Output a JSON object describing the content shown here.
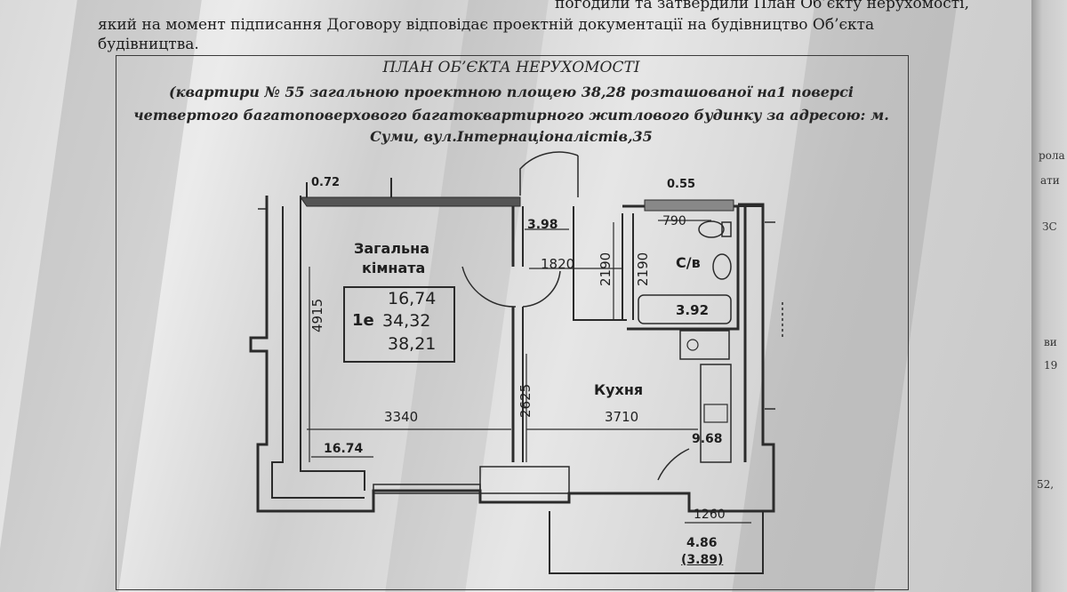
{
  "document": {
    "header_lines": [
      "який на момент підписання Договору відповідає проектній документації на будівництво Об’єкта",
      "будівництва."
    ],
    "header_partial_top": "погодили та затвердили План Об’єкту нерухомості,",
    "plan_title": "ПЛАН ОБ’ЄКТА НЕРУХОМОСТІ",
    "plan_subtitle_lines": [
      "(квартири № 55 загальною проектною площею 38,28 розташованої на1 поверсі",
      "четвертого багатоповерхового багатоквартирного житлового будинку за адресою: м.",
      "Суми, вул.Інтернаціоналістів,35"
    ]
  },
  "floor_plan": {
    "room_general": {
      "label_line1": "Загальна",
      "label_line2": "кімната"
    },
    "apartment_box": {
      "type": "1е",
      "living_area": "16,74",
      "usable_area": "34,32",
      "total_area": "38,21"
    },
    "bathroom": {
      "label": "С/в",
      "area": "3.92"
    },
    "kitchen": {
      "label": "Кухня",
      "area": "9.68"
    },
    "hall_area": "3.98",
    "room_area": "16.74",
    "balcony": {
      "area": "4.86",
      "area_reduced": "(3.89)"
    },
    "dimensions": {
      "hall_width": "1820",
      "bath_height_1": "2190",
      "bath_height_2": "2190",
      "bath_width": "790",
      "room_height": "4915",
      "room_width": "3340",
      "kitchen_width": "3710",
      "kitchen_height": "2625",
      "balcony_width": "1260",
      "top_left_partial": "0.72",
      "top_right_partial": "0.55"
    }
  },
  "side_fragments": [
    "рола",
    "ати",
    "ЗС",
    "ви",
    "19",
    "52,"
  ]
}
